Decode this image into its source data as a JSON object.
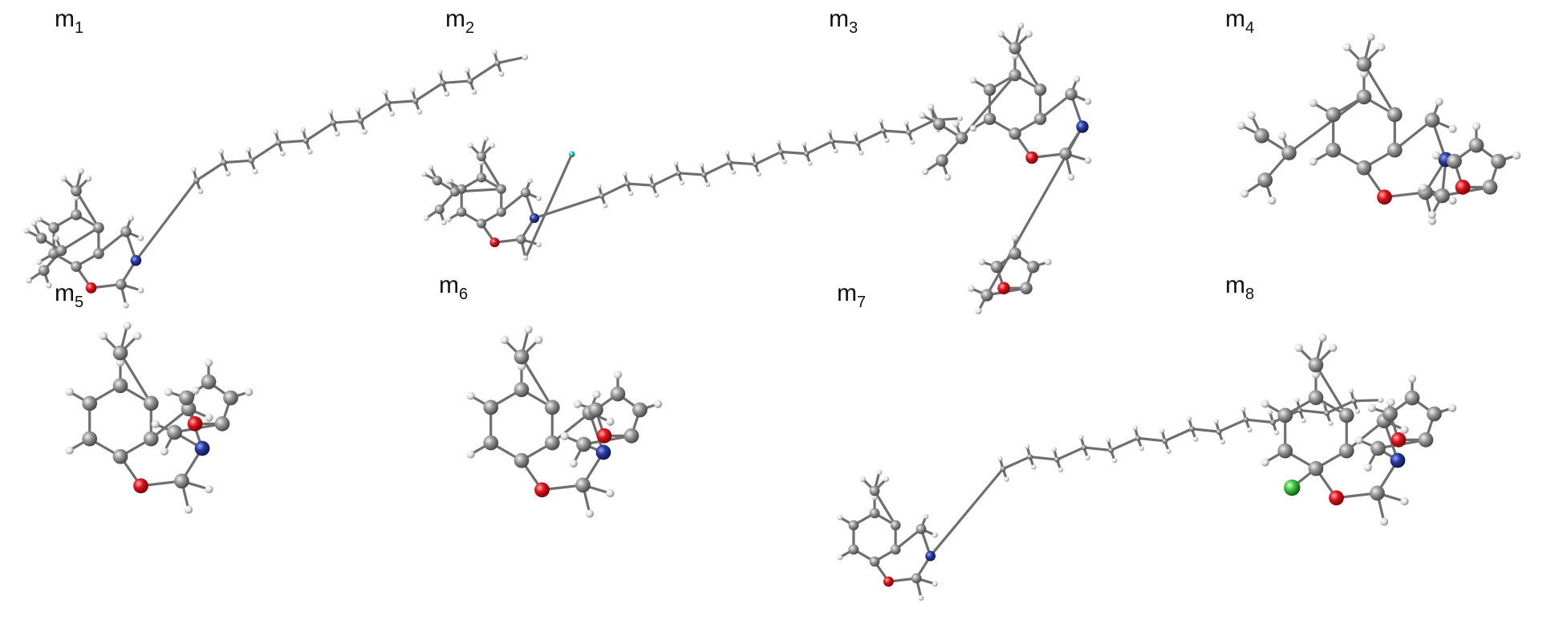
{
  "figure": {
    "panels": [
      {
        "id": "m1",
        "label_main": "m",
        "label_sub": "1",
        "fragments": [
          "ring",
          "chain"
        ]
      },
      {
        "id": "m2",
        "label_main": "m",
        "label_sub": "2",
        "fragments": [
          "ring",
          "chain"
        ]
      },
      {
        "id": "m3",
        "label_main": "m",
        "label_sub": "3",
        "fragments": [
          "ring",
          "furan"
        ]
      },
      {
        "id": "m4",
        "label_main": "m",
        "label_sub": "4",
        "fragments": [
          "ring",
          "furan"
        ]
      },
      {
        "id": "m5",
        "label_main": "m",
        "label_sub": "5",
        "fragments": [
          "ring",
          "furan"
        ]
      },
      {
        "id": "m6",
        "label_main": "m",
        "label_sub": "6",
        "fragments": [
          "ring",
          "furan"
        ]
      },
      {
        "id": "m7",
        "label_main": "m",
        "label_sub": "7",
        "fragments": [
          "ring",
          "chain"
        ]
      },
      {
        "id": "m8",
        "label_main": "m",
        "label_sub": "8",
        "fragments": [
          "ring",
          "furan"
        ]
      }
    ],
    "atom_colors": {
      "C": "#8a8a8a",
      "H": "#dcdcdc",
      "O": "#e0141e",
      "N": "#2b3a9c",
      "Cl": "#3fc43f",
      "Si": "#38c7d6"
    }
  }
}
